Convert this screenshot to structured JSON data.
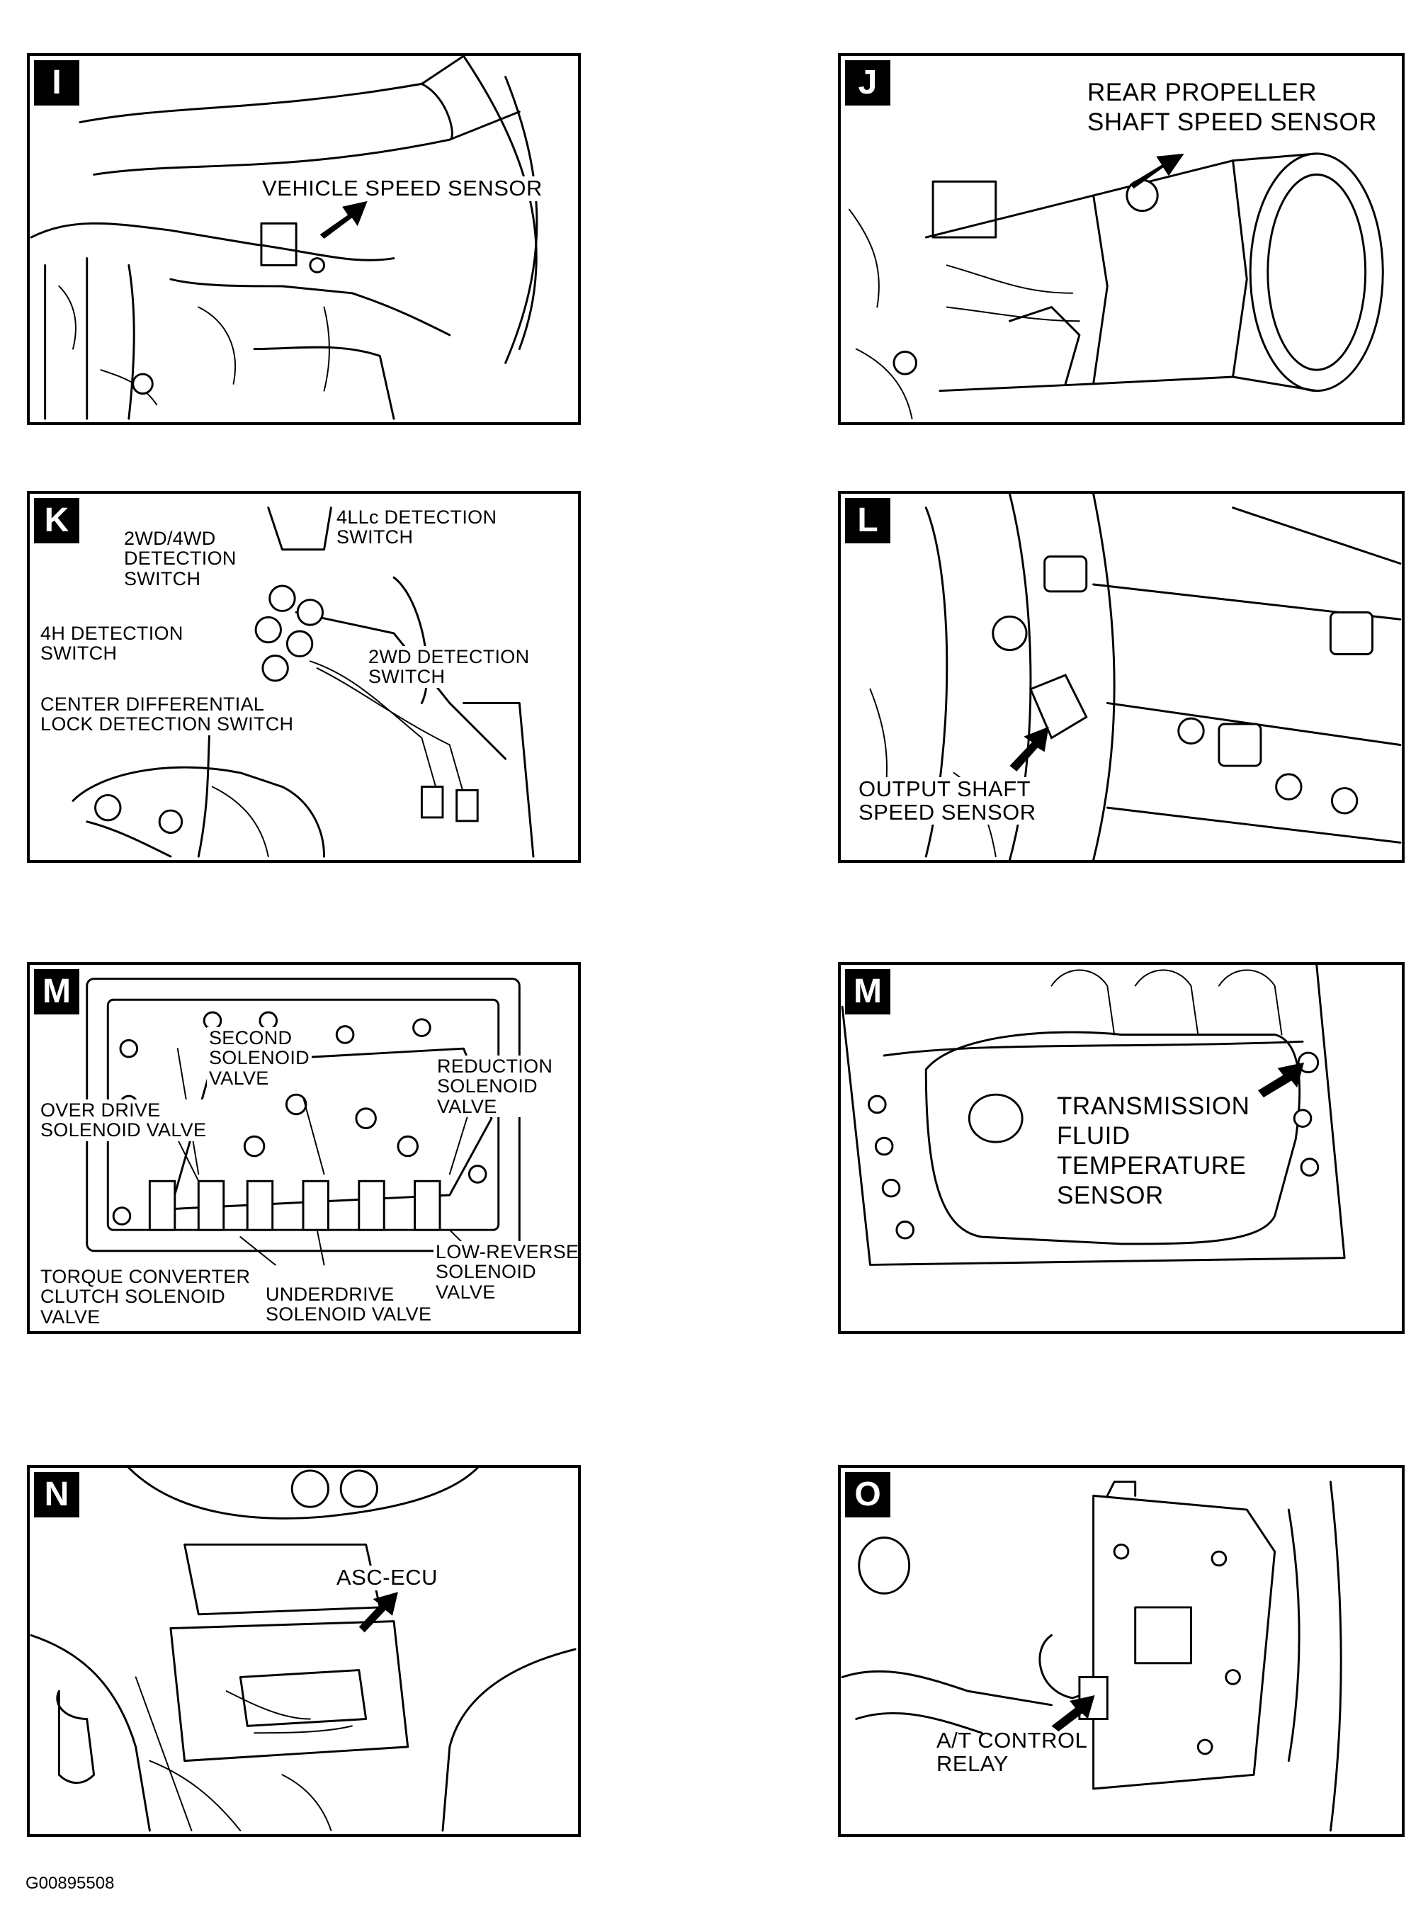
{
  "figure_id": "G00895508",
  "panels": {
    "I": {
      "badge": "I",
      "labels": [
        "VEHICLE SPEED SENSOR"
      ]
    },
    "J": {
      "badge": "J",
      "labels": [
        "REAR PROPELLER",
        "SHAFT SPEED SENSOR"
      ]
    },
    "K": {
      "badge": "K",
      "labels": [
        "4LLc DETECTION",
        "SWITCH",
        "2WD/4WD",
        "DETECTION",
        "SWITCH",
        "4H DETECTION",
        "SWITCH",
        "2WD DETECTION",
        "SWITCH",
        "CENTER DIFFERENTIAL",
        "LOCK DETECTION SWITCH"
      ]
    },
    "L": {
      "badge": "L",
      "labels": [
        "OUTPUT SHAFT",
        "SPEED SENSOR"
      ]
    },
    "M1": {
      "badge": "M",
      "labels": [
        "SECOND",
        "SOLENOID",
        "VALVE",
        "REDUCTION",
        "SOLENOID",
        "VALVE",
        "OVER DRIVE",
        "SOLENOID VALVE",
        "LOW-REVERSE",
        "SOLENOID",
        "VALVE",
        "TORQUE CONVERTER",
        "CLUTCH SOLENOID",
        "VALVE",
        "UNDERDRIVE",
        "SOLENOID VALVE"
      ]
    },
    "M2": {
      "badge": "M",
      "labels": [
        "TRANSMISSION",
        "FLUID",
        "TEMPERATURE",
        "SENSOR"
      ]
    },
    "N": {
      "badge": "N",
      "labels": [
        "ASC-ECU"
      ]
    },
    "O": {
      "badge": "O",
      "labels": [
        "A/T CONTROL",
        "RELAY"
      ]
    }
  }
}
